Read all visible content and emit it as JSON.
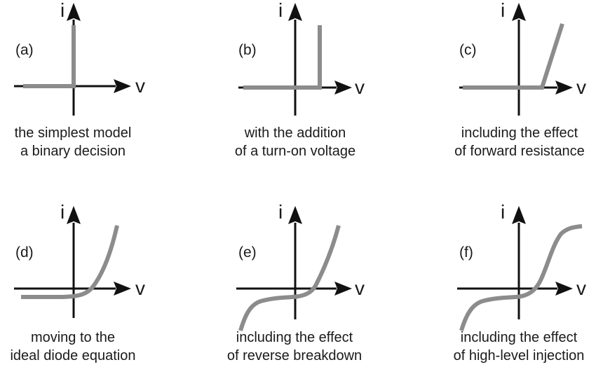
{
  "axis_labels": {
    "current": "i",
    "voltage": "v"
  },
  "panels": [
    {
      "tag": "(a)",
      "caption_line1": "the simplest model",
      "caption_line2": "a binary decision"
    },
    {
      "tag": "(b)",
      "caption_line1": "with the addition",
      "caption_line2": "of a turn-on voltage"
    },
    {
      "tag": "(c)",
      "caption_line1": "including the effect",
      "caption_line2": "of forward resistance"
    },
    {
      "tag": "(d)",
      "caption_line1": "moving to the",
      "caption_line2": "ideal diode equation"
    },
    {
      "tag": "(e)",
      "caption_line1": "including the effect",
      "caption_line2": "of reverse breakdown"
    },
    {
      "tag": "(f)",
      "caption_line1": "including the effect",
      "caption_line2": "of high-level injection"
    }
  ],
  "colors": {
    "axes": "#111111",
    "curve": "#8c8c8c",
    "text": "#1a1a1a"
  }
}
